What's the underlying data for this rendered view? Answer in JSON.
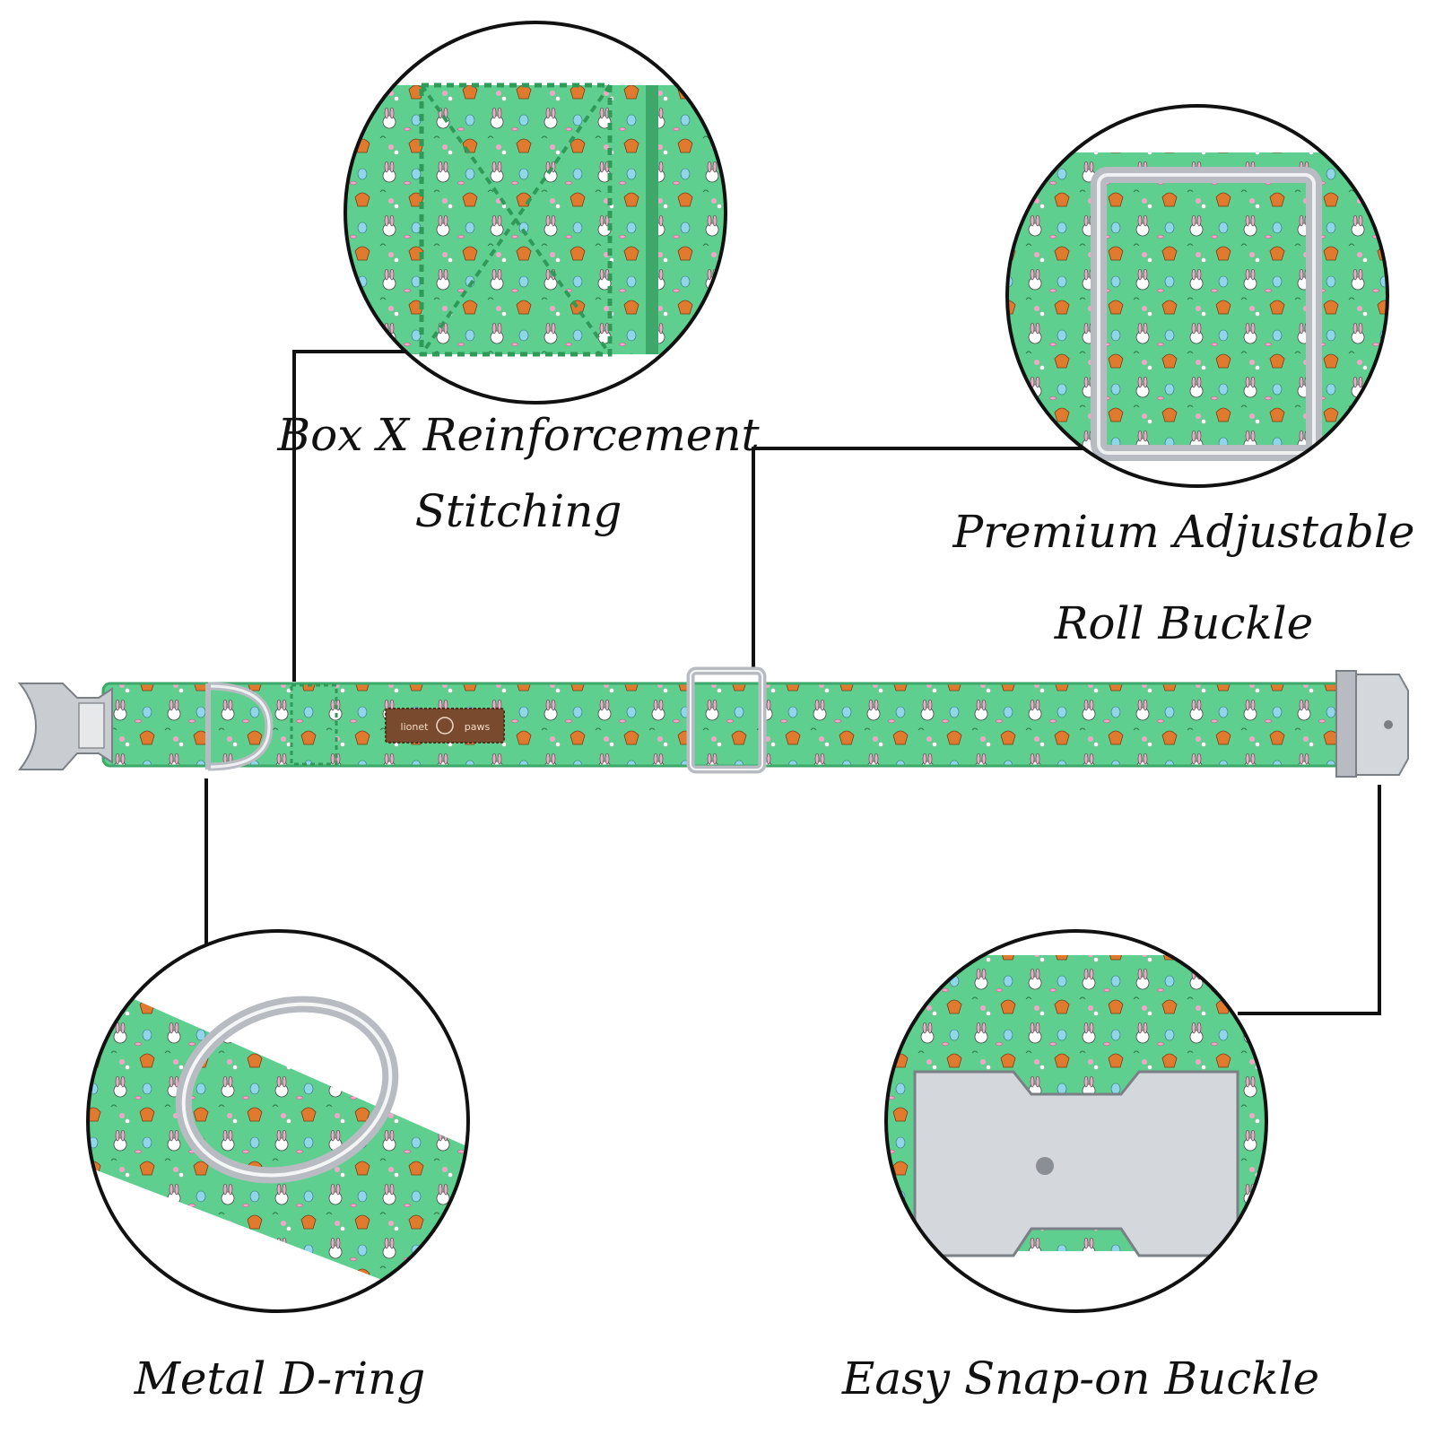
{
  "features": {
    "box_x": {
      "line1": "Box X Reinforcement",
      "line2": "Stitching"
    },
    "roll_buckle": {
      "line1": "Premium Adjustable",
      "line2": "Roll Buckle"
    },
    "d_ring": {
      "label": "Metal D-ring"
    },
    "snap_buckle": {
      "label": "Easy Snap-on Buckle"
    }
  },
  "brand_tag": {
    "left": "lionet",
    "right": "paws"
  },
  "colors": {
    "collar_green": "#5fcf8f",
    "pattern_pink": "#f4a6c8",
    "pattern_orange": "#e07a2e",
    "metal": "#c9ccd0",
    "leader_line": "#111111",
    "tag_brown": "#7a4a2e"
  }
}
